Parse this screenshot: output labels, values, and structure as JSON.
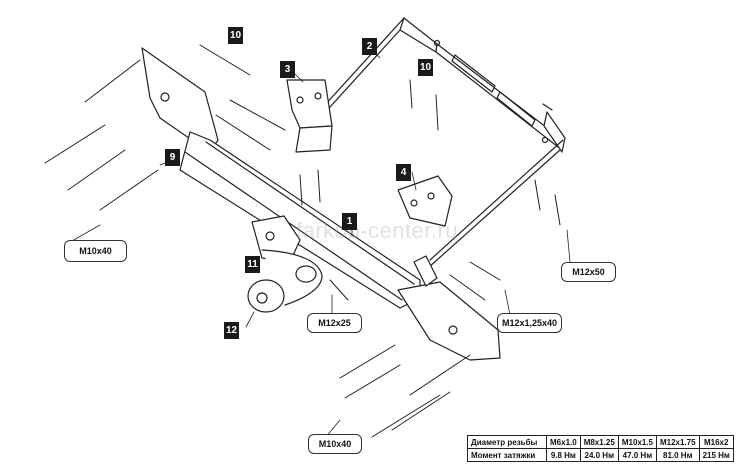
{
  "watermark": "farkop-center.ru",
  "callouts": [
    {
      "id": "1",
      "text": "1"
    },
    {
      "id": "2",
      "text": "2"
    },
    {
      "id": "3",
      "text": "3"
    },
    {
      "id": "4",
      "text": "4"
    },
    {
      "id": "9",
      "text": "9"
    },
    {
      "id": "10a",
      "text": "10"
    },
    {
      "id": "10b",
      "text": "10"
    },
    {
      "id": "11",
      "text": "11"
    },
    {
      "id": "12",
      "text": "12"
    }
  ],
  "bolt_labels": {
    "m10x40_top": "M10x40",
    "m12x50": "M12x50",
    "m12x25": "M12x25",
    "m12x125x40": "M12x1,25x40",
    "m10x40_bottom": "M10x40"
  },
  "torque_table": {
    "row_labels": [
      "Диаметр резьбы",
      "Момент затяжки"
    ],
    "thread_sizes": [
      "M6x1.0",
      "M8x1.25",
      "M10x1.5",
      "M12x1.75",
      "M16x2"
    ],
    "torques": [
      "9.8 Нм",
      "24.0 Нм",
      "47.0 Нм",
      "81.0 Нм",
      "215 Нм"
    ]
  }
}
